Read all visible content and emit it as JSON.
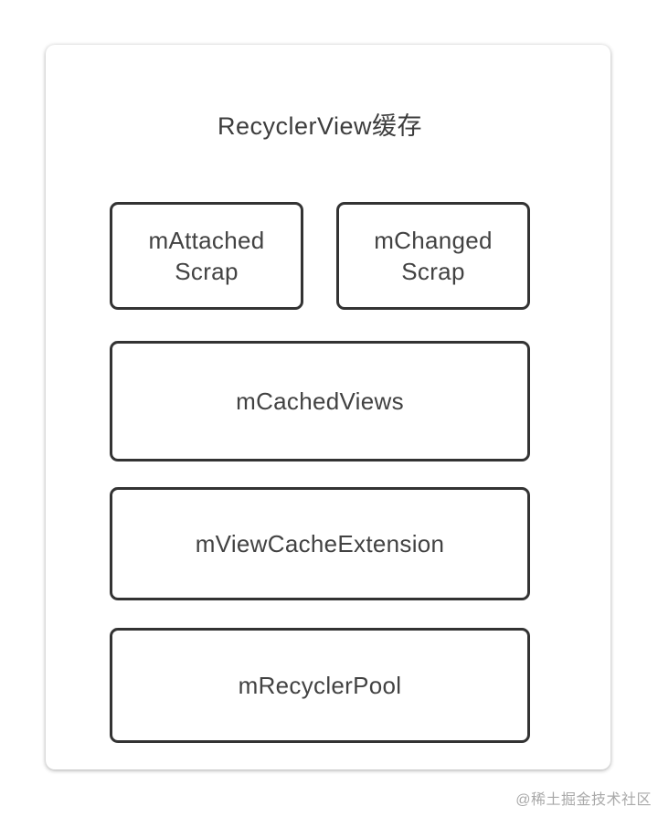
{
  "page": {
    "watermark": "@稀土掘金技术社区",
    "background_color": "#ffffff"
  },
  "diagram": {
    "title": "RecyclerView缓存",
    "colors": {
      "box_border": "#333333",
      "box_background": "#ffffff",
      "text": "#424242",
      "title_text": "#3d3d3d",
      "watermark_text": "#a9a9a9",
      "card_background": "#ffffff"
    },
    "boxes": [
      {
        "label": "mAttached\nScrap"
      },
      {
        "label": "mChanged\nScrap"
      },
      {
        "label": "mCachedViews"
      },
      {
        "label": "mViewCacheExtension"
      },
      {
        "label": "mRecyclerPool"
      }
    ]
  }
}
